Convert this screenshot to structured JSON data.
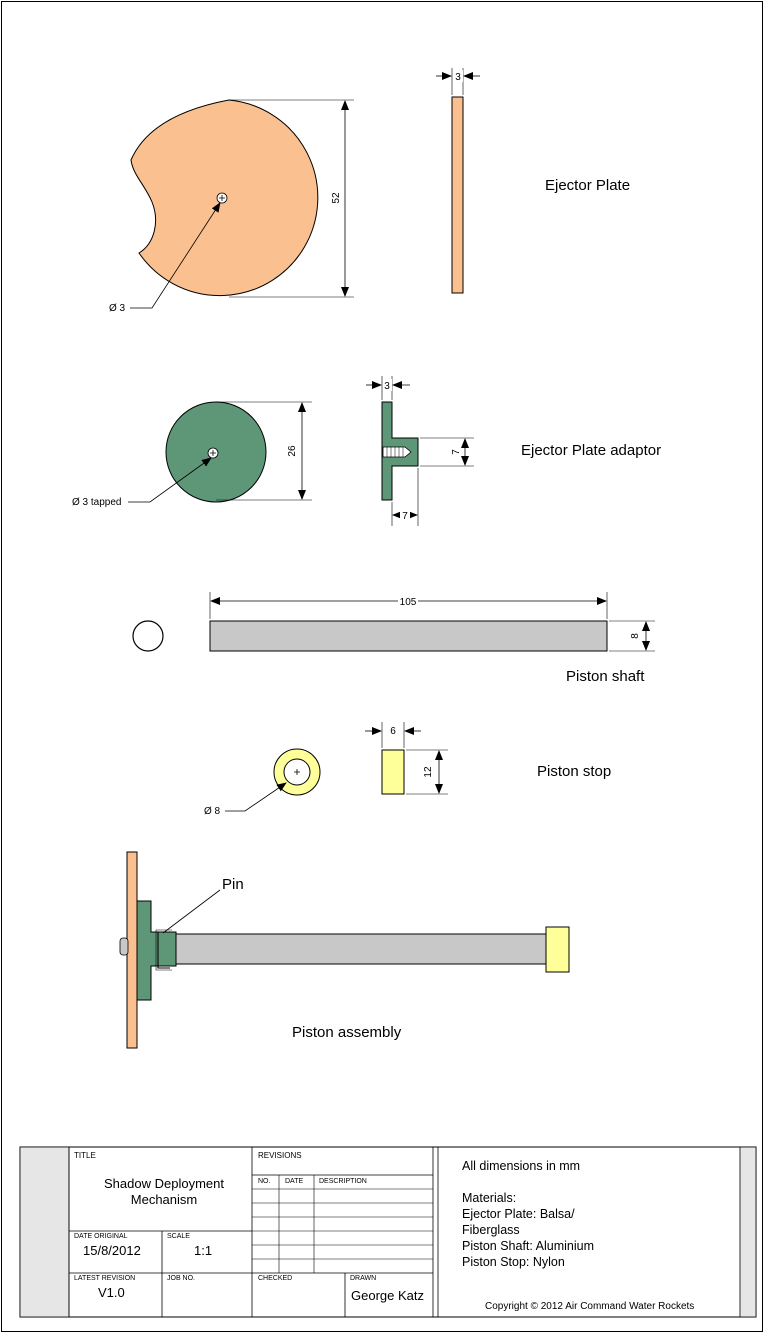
{
  "parts": {
    "ejector_plate": {
      "title": "Ejector Plate",
      "hole_label": "Ø 3",
      "dim_diameter": "52",
      "dim_thickness": "3",
      "color": "#FAC090"
    },
    "ejector_plate_adaptor": {
      "title": "Ejector Plate adaptor",
      "hole_label": "Ø 3 tapped",
      "dim_diameter": "26",
      "dim_flange": "3",
      "dim_boss_height": "7",
      "dim_boss_length": "7",
      "color": "#5E9778"
    },
    "piston_shaft": {
      "title": "Piston shaft",
      "dim_length": "105",
      "dim_diameter": "8",
      "color": "#C8C8C8"
    },
    "piston_stop": {
      "title": "Piston stop",
      "hole_label": "Ø 8",
      "dim_width": "6",
      "dim_height": "12",
      "color": "#FFFF99"
    },
    "assembly": {
      "title": "Piston assembly",
      "pin_label": "Pin"
    }
  },
  "title_block": {
    "title_header": "TITLE",
    "title": "Shadow Deployment Mechanism",
    "revisions_header": "REVISIONS",
    "rev_columns": [
      "NO.",
      "DATE",
      "DESCRIPTION"
    ],
    "date_original_header": "DATE ORIGINAL",
    "date_original": "15/8/2012",
    "scale_header": "SCALE",
    "scale": "1:1",
    "latest_revision_header": "LATEST REVISION",
    "latest_revision": "V1.0",
    "job_no_header": "JOB NO.",
    "checked_header": "CHECKED",
    "drawn_header": "DRAWN",
    "drawn": "George Katz",
    "notes": {
      "dimensions": "All dimensions in mm",
      "materials_header": "Materials:",
      "ejector_plate": "Ejector Plate: Balsa/",
      "ejector_plate_cont": "Fiberglass",
      "piston_shaft": "Piston Shaft: Aluminium",
      "piston_stop": "Piston Stop: Nylon"
    },
    "copyright": "Copyright © 2012 Air Command Water Rockets"
  }
}
